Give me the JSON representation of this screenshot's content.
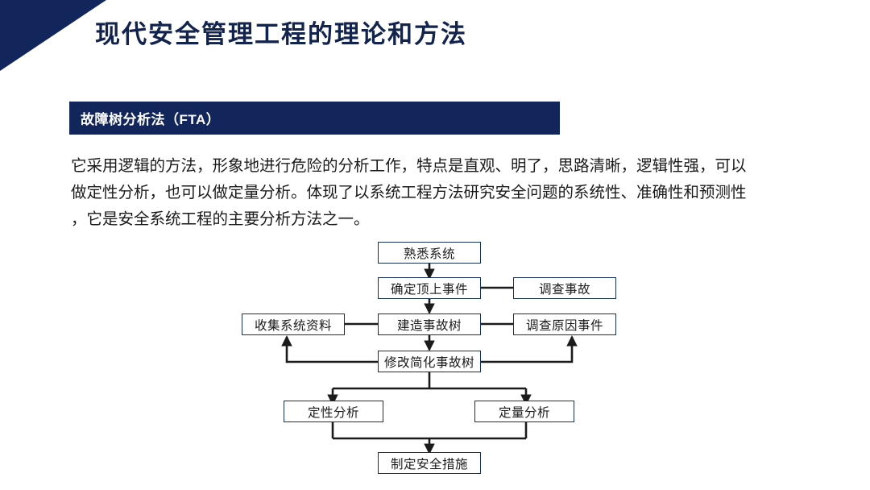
{
  "slide": {
    "title": "现代安全管理工程的理论和方法",
    "accent_navy": "#13265c",
    "title_color": "#12234d",
    "background": "#ffffff"
  },
  "section": {
    "heading": "故障树分析法（FTA）",
    "bar_color": "#13265c",
    "heading_color": "#ffffff"
  },
  "body": {
    "line1": "它采用逻辑的方法，形象地进行危险的分析工作，特点是直观、明了，思路清晰，逻辑性强，可以",
    "line2": "做定性分析，也可以做定量分析。体现了以系统工程方法研究安全问题的系统性、准确性和预测性",
    "line3": "，它是安全系统工程的主要分析方法之一。"
  },
  "flowchart": {
    "box_border_color": "#15305e",
    "connector_color": "#1b1b1b",
    "nodes": [
      {
        "id": "familiarize-system",
        "label": "熟悉系统"
      },
      {
        "id": "determine-top-event",
        "label": "确定顶上事件"
      },
      {
        "id": "investigate-accident",
        "label": "调查事故"
      },
      {
        "id": "collect-system-data",
        "label": "收集系统资料"
      },
      {
        "id": "build-accident-tree",
        "label": "建造事故树"
      },
      {
        "id": "investigate-cause-event",
        "label": "调查原因事件"
      },
      {
        "id": "modify-simplify-tree",
        "label": "修改简化事故树"
      },
      {
        "id": "qualitative-analysis",
        "label": "定性分析"
      },
      {
        "id": "quantitative-analysis",
        "label": "定量分析"
      },
      {
        "id": "formulate-safety-measures",
        "label": "制定安全措施"
      }
    ]
  }
}
